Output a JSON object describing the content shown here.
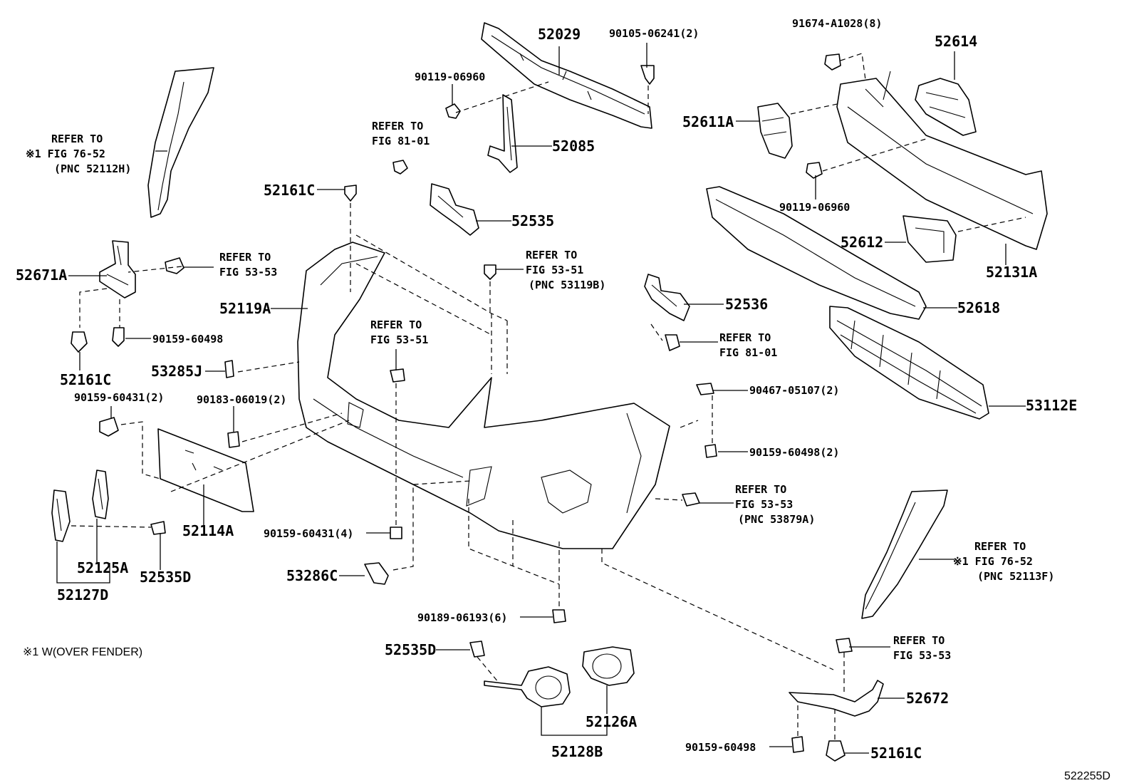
{
  "labels": {
    "p52029": "52029",
    "p90105": "90105-06241(2)",
    "p91674": "91674-A1028(8)",
    "p52614": "52614",
    "p90119a": "90119-06960",
    "refer_81_01a": [
      "REFER TO",
      "FIG 81-01"
    ],
    "p52085": "52085",
    "p52611A": "52611A",
    "refer_76_52a": [
      "REFER TO",
      "※1 FIG 76-52",
      "(PNC 52112H)"
    ],
    "p90119b": "90119-06960",
    "p52161C_top": "52161C",
    "p52535": "52535",
    "p52612": "52612",
    "p52131A": "52131A",
    "refer_53_53a": [
      "REFER TO",
      "FIG 53-53"
    ],
    "p52671A": "52671A",
    "refer_53_51a": [
      "REFER TO",
      "FIG 53-51",
      "(PNC 53119B)"
    ],
    "p52119A": "52119A",
    "p52536": "52536",
    "p52618": "52618",
    "p90159_60498a": "90159-60498",
    "refer_81_01b": [
      "REFER TO",
      "FIG 81-01"
    ],
    "refer_53_51b": [
      "REFER TO",
      "FIG 53-51"
    ],
    "p52161C_left": "52161C",
    "p53285J": "53285J",
    "p90159_60431_2": "90159-60431(2)",
    "p90183": "90183-06019(2)",
    "p90467": "90467-05107(2)",
    "p53112E": "53112E",
    "p90159_60498_2": "90159-60498(2)",
    "refer_53_53b": [
      "REFER TO",
      "FIG 53-53",
      "(PNC 53879A)"
    ],
    "p52114A": "52114A",
    "p90159_60431_4": "90159-60431(4)",
    "refer_76_52b": [
      "REFER TO",
      "※1 FIG 76-52",
      "(PNC 52113F)"
    ],
    "p52125A": "52125A",
    "p52535D_left": "52535D",
    "p53286C": "53286C",
    "p52127D": "52127D",
    "p90189": "90189-06193(6)",
    "note": "※1 W(OVER FENDER)",
    "p52535D_bottom": "52535D",
    "refer_53_53c": [
      "REFER TO",
      "FIG 53-53"
    ],
    "p52126A": "52126A",
    "p52672": "52672",
    "p52128B": "52128B",
    "p90159_60498b": "90159-60498",
    "p52161C_bottom": "52161C",
    "drawing_id": "522255D"
  }
}
